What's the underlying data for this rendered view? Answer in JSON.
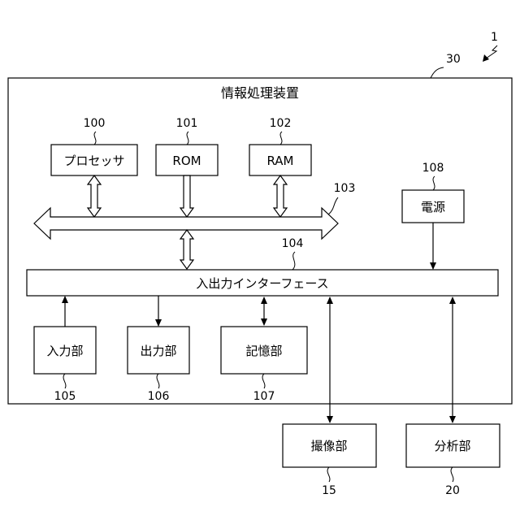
{
  "system_ref": "1",
  "apparatus": {
    "ref": "30",
    "title": "情報処理装置",
    "components": {
      "processor": {
        "label": "プロセッサ",
        "ref": "100"
      },
      "rom": {
        "label": "ROM",
        "ref": "101"
      },
      "ram": {
        "label": "RAM",
        "ref": "102"
      },
      "bus": {
        "ref": "103"
      },
      "io_interface": {
        "label": "入出力インターフェース",
        "ref": "104"
      },
      "input": {
        "label": "入力部",
        "ref": "105"
      },
      "output": {
        "label": "出力部",
        "ref": "106"
      },
      "storage": {
        "label": "記憶部",
        "ref": "107"
      },
      "power": {
        "label": "電源",
        "ref": "108"
      }
    }
  },
  "external": {
    "imaging": {
      "label": "撮像部",
      "ref": "15"
    },
    "analysis": {
      "label": "分析部",
      "ref": "20"
    }
  }
}
